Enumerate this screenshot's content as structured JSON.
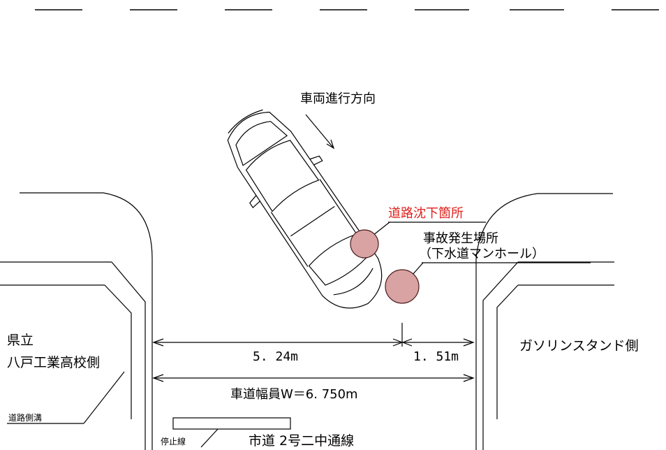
{
  "labels": {
    "direction": "車両進行方向",
    "sinkhole": "道路沈下箇所",
    "accident_line1": "事故発生場所",
    "accident_line2": "（下水道マンホール）",
    "school_line1": "県立",
    "school_line2": "八戸工業高校側",
    "gas_station": "ガソリンスタンド側",
    "dim_left": "5. 24m",
    "dim_right": "1. 51m",
    "road_width": "車道幅員W＝6. 750m",
    "ditch": "道路側溝",
    "stop_line": "停止線",
    "road_name": "市道 2号二中通線"
  },
  "colors": {
    "line": "#000000",
    "highlight_text": "#e0201b",
    "circle_fill": "#d9a3a3",
    "circle_stroke": "#4a1a1a"
  }
}
